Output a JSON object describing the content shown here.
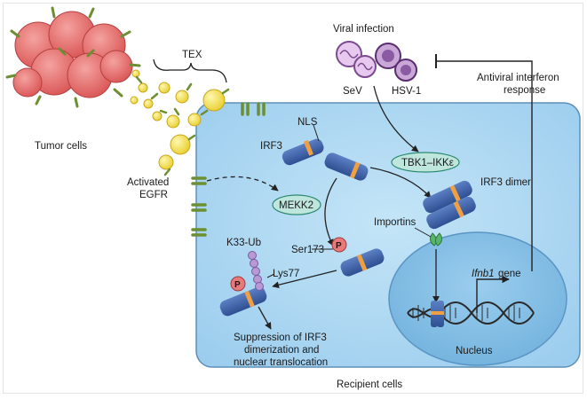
{
  "labels": {
    "tumor_cells": "Tumor cells",
    "tex": "TEX",
    "activated_egfr_line1": "Activated",
    "activated_egfr_line2": "EGFR",
    "viral_infection": "Viral infection",
    "sev": "SeV",
    "hsv1": "HSV-1",
    "antiviral_line1": "Antiviral interferon",
    "antiviral_line2": "response",
    "nls": "NLS",
    "irf3": "IRF3",
    "tbk1": "TBK1–IKKε",
    "irf3_dimer": "IRF3 dimer",
    "mekk2": "MEKK2",
    "importins": "Importins",
    "k33ub": "K33-Ub",
    "ser173": "Ser173",
    "lys77": "Lys77",
    "phospho_p1": "P",
    "phospho_p2": "P",
    "ifnb1_italic": "Ifnb1",
    "ifnb1_gene": "gene",
    "suppression_line1": "Suppression of IRF3",
    "suppression_line2": "dimerization and",
    "suppression_line3": "nuclear translocation",
    "nucleus": "Nucleus",
    "recipient_cells": "Recipient cells"
  },
  "colors": {
    "cell_fill": "#a9d6f0",
    "cell_stroke": "#5f8fb6",
    "nucleus_fill": "#83bfe4",
    "irf3_blue": "#3f61a8",
    "irf3_orange": "#f0a040",
    "tumor_red": "#e06060",
    "receptor_green": "#7aa33c",
    "vesicle_yellow": "#f3e05a",
    "enzyme_teal": "#bfe6dc",
    "phospho_red": "#e77a7a",
    "ubiquitin_purple": "#b79ad3",
    "virus_purple": "#7b4b8d"
  }
}
